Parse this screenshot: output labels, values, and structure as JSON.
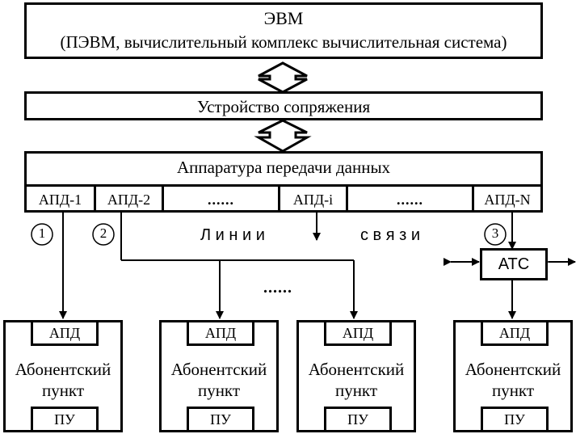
{
  "computer": {
    "title": "ЭВМ",
    "subtitle": "(ПЭВМ, вычислительный комплекс вычислительная система)"
  },
  "interface_device": {
    "label": "Устройство сопряжения"
  },
  "data_equipment": {
    "label": "Аппаратура передачи данных",
    "cells": [
      "АПД-1",
      "АПД-2",
      "......",
      "АПД-i",
      "......",
      "АПД-N"
    ]
  },
  "lines_label": {
    "word1": "Л и н и и",
    "word2": "с в я з и"
  },
  "markers": [
    "1",
    "2",
    "3"
  ],
  "exchange": {
    "label": "АТС"
  },
  "ellipsis": "......",
  "subscribers": [
    {
      "top": "АПД",
      "name_line1": "Абонентский",
      "name_line2": "пункт",
      "bottom": "ПУ"
    },
    {
      "top": "АПД",
      "name_line1": "Абонентский",
      "name_line2": "пункт",
      "bottom": "ПУ"
    },
    {
      "top": "АПД",
      "name_line1": "Абонентский",
      "name_line2": "пункт",
      "bottom": "ПУ"
    },
    {
      "top": "АПД",
      "name_line1": "Абонентский",
      "name_line2": "пункт",
      "bottom": "ПУ"
    }
  ]
}
